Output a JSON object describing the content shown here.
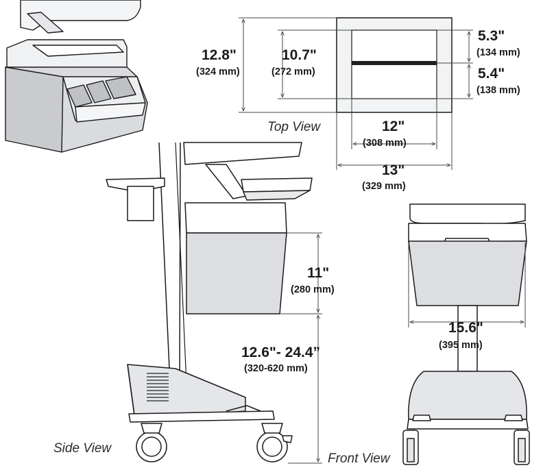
{
  "views": {
    "top": "Top View",
    "side": "Side View",
    "front": "Front View"
  },
  "dimensions": {
    "top_overall_depth": {
      "value": "12.8\"",
      "metric": "(324 mm)"
    },
    "top_drawer_depth": {
      "value": "10.7\"",
      "metric": "(272 mm)"
    },
    "top_front_section": {
      "value": "5.3\"",
      "metric": "(134 mm)"
    },
    "top_rear_section": {
      "value": "5.4\"",
      "metric": "(138 mm)"
    },
    "top_inner_width": {
      "value": "12\"",
      "metric": "(308 mm)"
    },
    "top_overall_width": {
      "value": "13\"",
      "metric": "(329 mm)"
    },
    "side_drawer_height": {
      "value": "11\"",
      "metric": "(280 mm)"
    },
    "side_height_range": {
      "value": "12.6\"- 24.4”",
      "metric": "(320-620 mm)"
    },
    "front_width": {
      "value": "15.6\"",
      "metric": "(395 mm)"
    }
  },
  "colors": {
    "line": "#1a1a1a",
    "dim_line": "#444444",
    "body_fill": "#dcdee2",
    "light_fill": "#f0f1f3",
    "dark": "#2b2b2b"
  }
}
